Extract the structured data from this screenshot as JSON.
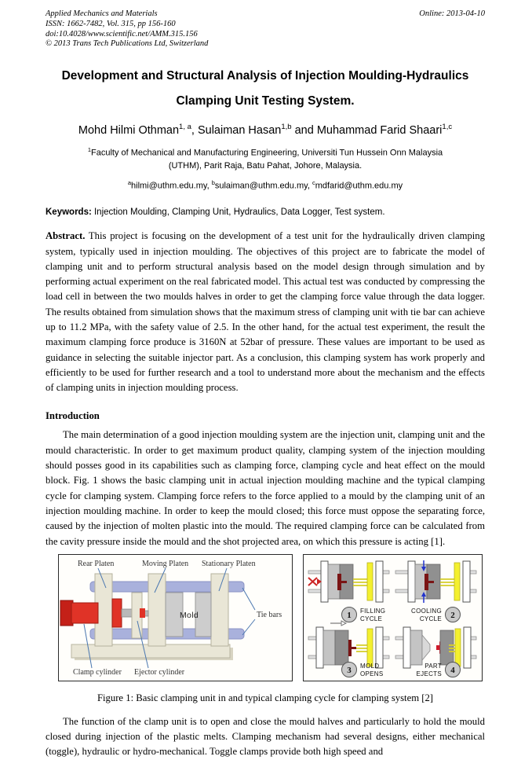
{
  "header": {
    "journal": "Applied Mechanics and Materials",
    "issn_line": "ISSN: 1662-7482, Vol. 315, pp 156-160",
    "doi_line": "doi:10.4028/www.scientific.net/AMM.315.156",
    "copyright_line": "© 2013 Trans Tech Publications Ltd, Switzerland",
    "online_date": "Online: 2013-04-10"
  },
  "title": {
    "line1": "Development and Structural Analysis of Injection Moulding-Hydraulics",
    "line2": "Clamping Unit Testing System."
  },
  "authors": [
    {
      "name": "Mohd Hilmi Othman",
      "sup": "1, a",
      "after": ", "
    },
    {
      "name": "Sulaiman Hasan",
      "sup": "1,b",
      "after": " and "
    },
    {
      "name": "Muhammad Farid Shaari",
      "sup": "1,c",
      "after": ""
    }
  ],
  "affiliation": {
    "sup": "1",
    "line1": "Faculty of Mechanical and Manufacturing Engineering, Universiti Tun Hussein Onn Malaysia",
    "line2": "(UTHM), Parit Raja, Batu Pahat, Johore, Malaysia."
  },
  "emails": [
    {
      "sup": "a",
      "text": "hilmi@uthm.edu.my",
      "after": ", "
    },
    {
      "sup": "b",
      "text": "sulaiman@uthm.edu.my",
      "after": ", "
    },
    {
      "sup": "c",
      "text": "mdfarid@uthm.edu.my",
      "after": ""
    }
  ],
  "keywords": {
    "label": "Keywords:",
    "text": " Injection Moulding, Clamping Unit, Hydraulics, Data Logger, Test system."
  },
  "abstract": {
    "label": "Abstract.",
    "text": " This project is focusing on the development of a test unit for the hydraulically driven clamping system, typically used in injection moulding. The objectives of this project are to fabricate the model of clamping unit and to perform structural analysis based on the model design through simulation and by performing actual experiment on the real fabricated model. This actual test was conducted by compressing the load cell in between the two moulds halves in order to get the clamping force value through the data logger. The results obtained from simulation shows that the maximum stress of clamping unit with tie bar can achieve up to 11.2 MPa, with the safety value of 2.5. In the other hand, for the actual test experiment, the result the maximum clamping force produce is 3160N at 52bar of pressure. These values are important to be used as guidance in selecting the suitable injector part. As a conclusion, this clamping system has work properly and efficiently to be used for further research and a tool to understand more about the mechanism and the effects of clamping units in injection moulding process."
  },
  "introduction": {
    "heading": "Introduction",
    "para1": "The main determination of a good injection moulding system are the injection unit, clamping unit and the mould characteristic. In order to get maximum product quality, clamping system of the injection moulding should posses good in its capabilities such as clamping force, clamping cycle and heat effect on the mould block. Fig. 1 shows the basic clamping unit in actual injection moulding machine and the typical clamping cycle for clamping system. Clamping force refers to the force applied to a mould by the clamping unit of an injection moulding machine. In order to keep the mould closed; this force must oppose the separating force, caused by the injection of molten plastic into the mould. The required clamping force can be calculated from the cavity pressure inside the mould and the shot projected area, on which this pressure is acting [1].",
    "para2": "The function of the clamp unit is to open and close the mould halves and particularly to hold the mould closed during injection of the plastic melts. Clamping mechanism had several designs, either mechanical (toggle), hydraulic or hydro-mechanical. Toggle clamps provide both high speed and"
  },
  "figure": {
    "caption": "Figure 1: Basic clamping unit in and typical clamping cycle for clamping system [2]",
    "left_labels": {
      "rear_platen": "Rear Platen",
      "moving_platen": "Moving Platen",
      "stationary_platen": "Stationary Platen",
      "mold": "Mold",
      "tie_bars": "Tie bars",
      "clamp_cylinder": "Clamp cylinder",
      "ejector_cylinder": "Ejector cylinder"
    },
    "cycle_steps": [
      {
        "num": "1",
        "line1": "FILLING",
        "line2": "CYCLE"
      },
      {
        "num": "2",
        "line1": "COOLING",
        "line2": "CYCLE"
      },
      {
        "num": "3",
        "line1": "MOLD",
        "line2": "OPENS"
      },
      {
        "num": "4",
        "line1": "PART",
        "line2": "EJECTS"
      }
    ],
    "colors": {
      "tie_bar_blue": "#a9b1dc",
      "platen_cream": "#e9e6d6",
      "clamp_red": "#e03327",
      "mold_gray": "#cdcdcd",
      "label_line_blue": "#4a77b0",
      "ejector_yellow": "#f4f02f",
      "sprue_dark_red": "#7a1414",
      "part_red": "#d01a2a",
      "cooling_blue": "#2233cc"
    }
  }
}
